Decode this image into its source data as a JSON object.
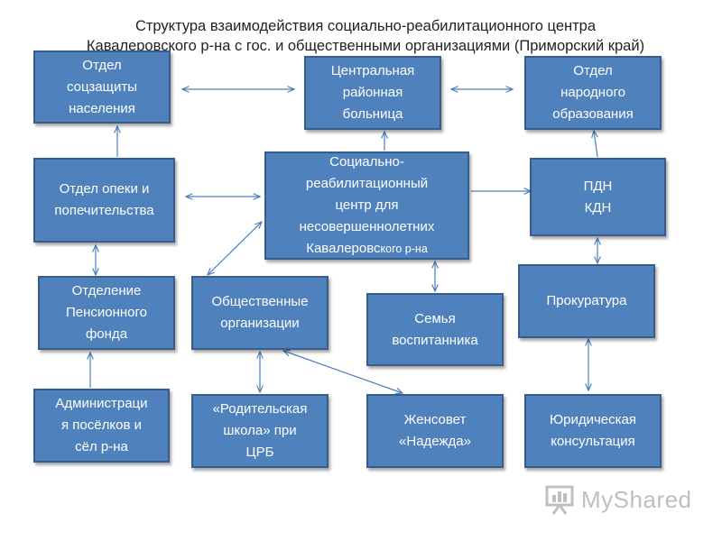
{
  "title": {
    "line1": "Структура взаимодействия социально-реабилитационного центра",
    "line2": "Кавалеровского р-на с гос. и общественными организациями (Приморский край)"
  },
  "nodes": {
    "soczashchita": [
      "Отдел",
      "соцзащиты",
      "населения"
    ],
    "hospital": [
      "Центральная",
      "районная",
      "больница"
    ],
    "education": [
      "Отдел",
      "народного",
      "образования"
    ],
    "opeka": [
      "Отдел опеки и",
      "попечительства"
    ],
    "center": [
      "Социально-",
      "реабилитационный",
      "центр для",
      "несовершеннолетних"
    ],
    "center_last_a": "Кавалеровс",
    "center_last_b": "кого р-на",
    "pdn_kdn": [
      "ПДН",
      "КДН"
    ],
    "pension": [
      "Отделение",
      "Пенсионного",
      "фонда"
    ],
    "public_orgs": [
      "Общественные",
      "организации"
    ],
    "family": [
      "Семья",
      "воспитанника"
    ],
    "prosecutor": [
      "Прокуратура"
    ],
    "administration": [
      "Администраци",
      "я посёлков и",
      "сёл р-на"
    ],
    "parent_school": [
      "«Родительская",
      "школа» при",
      "ЦРБ"
    ],
    "zhensovet": [
      "Женсовет",
      "«Надежда»"
    ],
    "legal": [
      "Юридическая",
      "консультация"
    ]
  },
  "watermark": {
    "text": "MyShared"
  },
  "colors": {
    "box_fill": "#4f81bd",
    "box_border": "#385d8a",
    "arrow": "#4a7ebb"
  }
}
